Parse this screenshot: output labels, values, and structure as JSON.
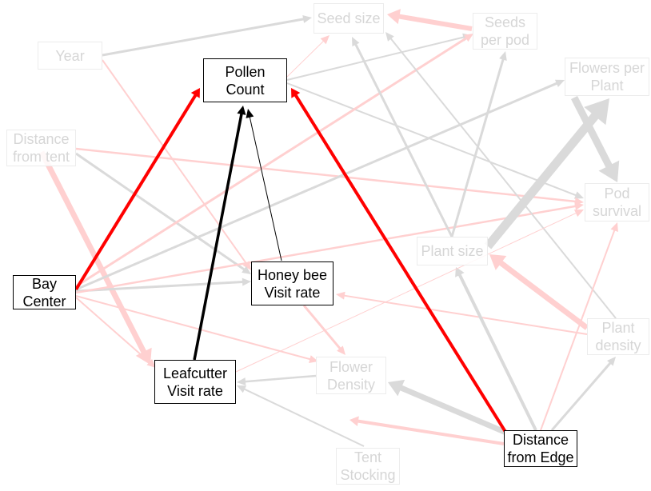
{
  "colors": {
    "positive": "#ff0000",
    "negative": "#000000",
    "positive_faded": "#ffd0d0",
    "negative_faded": "#dadada"
  },
  "nodes": {
    "year": {
      "label": "Year",
      "highlighted": false
    },
    "seed_size": {
      "label": "Seed size",
      "highlighted": false
    },
    "seeds_per_pod": {
      "label": "Seeds\nper pod",
      "highlighted": false
    },
    "pollen_count": {
      "label": "Pollen\nCount",
      "highlighted": true
    },
    "flowers_per_plant": {
      "label": "Flowers per\nPlant",
      "highlighted": false
    },
    "distance_from_tent": {
      "label": "Distance\nfrom tent",
      "highlighted": false
    },
    "pod_survival": {
      "label": "Pod\nsurvival",
      "highlighted": false
    },
    "plant_size": {
      "label": "Plant size",
      "highlighted": false
    },
    "bay_center": {
      "label": "Bay\nCenter",
      "highlighted": true
    },
    "honey_bee_visit_rate": {
      "label": "Honey bee\nVisit rate",
      "highlighted": true
    },
    "plant_density": {
      "label": "Plant\ndensity",
      "highlighted": false
    },
    "flower_density": {
      "label": "Flower\nDensity",
      "highlighted": false
    },
    "leafcutter_visit_rate": {
      "label": "Leafcutter\nVisit rate",
      "highlighted": true
    },
    "distance_from_edge": {
      "label": "Distance\nfrom Edge",
      "highlighted": true
    },
    "tent_stocking": {
      "label": "Tent\nStocking",
      "highlighted": false
    }
  },
  "edges": [
    {
      "from": "bay_center",
      "to": "pollen_count",
      "sign": "positive",
      "highlighted": true
    },
    {
      "from": "leafcutter_visit_rate",
      "to": "pollen_count",
      "sign": "negative",
      "highlighted": true
    },
    {
      "from": "honey_bee_visit_rate",
      "to": "pollen_count",
      "sign": "negative",
      "highlighted": true
    },
    {
      "from": "distance_from_edge",
      "to": "pollen_count",
      "sign": "positive",
      "highlighted": true
    },
    {
      "from": "year",
      "to": "seed_size",
      "sign": "negative",
      "highlighted": false
    },
    {
      "from": "seeds_per_pod",
      "to": "seed_size",
      "sign": "positive",
      "highlighted": false
    },
    {
      "from": "year",
      "to": "honey_bee_visit_rate",
      "sign": "positive",
      "highlighted": false
    },
    {
      "from": "pollen_count",
      "to": "seed_size",
      "sign": "positive",
      "highlighted": false
    },
    {
      "from": "pollen_count",
      "to": "seeds_per_pod",
      "sign": "negative",
      "highlighted": false
    },
    {
      "from": "pollen_count",
      "to": "pod_survival",
      "sign": "negative",
      "highlighted": false
    },
    {
      "from": "distance_from_tent",
      "to": "leafcutter_visit_rate",
      "sign": "positive",
      "highlighted": false
    },
    {
      "from": "distance_from_tent",
      "to": "honey_bee_visit_rate",
      "sign": "negative",
      "highlighted": false
    },
    {
      "from": "distance_from_tent",
      "to": "pod_survival",
      "sign": "positive",
      "highlighted": false
    },
    {
      "from": "bay_center",
      "to": "honey_bee_visit_rate",
      "sign": "negative",
      "highlighted": false
    },
    {
      "from": "bay_center",
      "to": "seeds_per_pod",
      "sign": "positive",
      "highlighted": false
    },
    {
      "from": "bay_center",
      "to": "flowers_per_plant",
      "sign": "negative",
      "highlighted": false
    },
    {
      "from": "bay_center",
      "to": "pod_survival",
      "sign": "positive",
      "highlighted": false
    },
    {
      "from": "bay_center",
      "to": "leafcutter_visit_rate",
      "sign": "positive",
      "highlighted": false
    },
    {
      "from": "bay_center",
      "to": "flower_density",
      "sign": "positive",
      "highlighted": false
    },
    {
      "from": "plant_size",
      "to": "flowers_per_plant",
      "sign": "negative",
      "highlighted": false
    },
    {
      "from": "plant_size",
      "to": "seeds_per_pod",
      "sign": "negative",
      "highlighted": false
    },
    {
      "from": "plant_size",
      "to": "seed_size",
      "sign": "negative",
      "highlighted": false
    },
    {
      "from": "flowers_per_plant",
      "to": "pod_survival",
      "sign": "negative",
      "highlighted": false
    },
    {
      "from": "plant_density",
      "to": "plant_size",
      "sign": "positive",
      "highlighted": false
    },
    {
      "from": "plant_density",
      "to": "seed_size",
      "sign": "negative",
      "highlighted": false
    },
    {
      "from": "plant_density",
      "to": "honey_bee_visit_rate",
      "sign": "positive",
      "highlighted": false
    },
    {
      "from": "distance_from_edge",
      "to": "plant_size",
      "sign": "negative",
      "highlighted": false
    },
    {
      "from": "distance_from_edge",
      "to": "flower_density",
      "sign": "negative",
      "highlighted": false
    },
    {
      "from": "distance_from_edge",
      "to": "plant_density",
      "sign": "negative",
      "highlighted": false
    },
    {
      "from": "distance_from_edge",
      "to": "pod_survival",
      "sign": "positive",
      "highlighted": false
    },
    {
      "from": "distance_from_edge",
      "to": "tent_stocking",
      "sign": "positive",
      "highlighted": false
    },
    {
      "from": "flower_density",
      "to": "leafcutter_visit_rate",
      "sign": "negative",
      "highlighted": false
    },
    {
      "from": "tent_stocking",
      "to": "leafcutter_visit_rate",
      "sign": "negative",
      "highlighted": false
    },
    {
      "from": "honey_bee_visit_rate",
      "to": "flower_density",
      "sign": "positive",
      "highlighted": false
    },
    {
      "from": "leafcutter_visit_rate",
      "to": "pod_survival",
      "sign": "positive",
      "highlighted": false
    }
  ]
}
